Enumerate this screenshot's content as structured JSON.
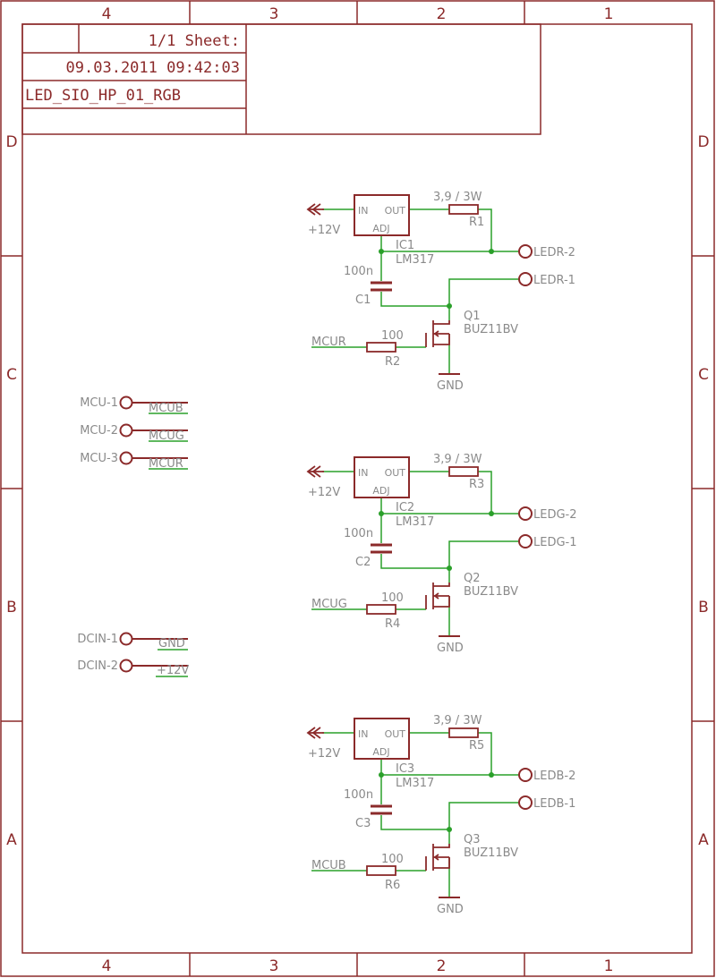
{
  "frame": {
    "columns": [
      "4",
      "3",
      "2",
      "1"
    ],
    "rows": [
      "D",
      "C",
      "B",
      "A"
    ]
  },
  "title_block": {
    "sheet": "1/1 Sheet:",
    "datetime": "09.03.2011 09:42:03",
    "name": "LED_SIO_HP_01_RGB"
  },
  "connectors": {
    "mcu_1": {
      "pin": "MCU-1",
      "net": "MCUB"
    },
    "mcu_2": {
      "pin": "MCU-2",
      "net": "MCUG"
    },
    "mcu_3": {
      "pin": "MCU-3",
      "net": "MCUR"
    },
    "dcin_1": {
      "pin": "DCIN-1",
      "net": "GND"
    },
    "dcin_2": {
      "pin": "DCIN-2",
      "net": "+12V"
    }
  },
  "channels": [
    {
      "supply": "+12V",
      "reg": {
        "name": "IC1",
        "value": "LM317",
        "in": "IN",
        "out": "OUT",
        "adj": "ADJ"
      },
      "rsense": {
        "name": "R1",
        "value": "3,9 / 3W"
      },
      "cap": {
        "name": "C1",
        "value": "100n"
      },
      "led_plus": "LEDR-2",
      "led_minus": "LEDR-1",
      "fet": {
        "name": "Q1",
        "value": "BUZ11BV"
      },
      "gate_net": "MCUR",
      "rgate": {
        "name": "R2",
        "value": "100"
      },
      "gnd": "GND"
    },
    {
      "supply": "+12V",
      "reg": {
        "name": "IC2",
        "value": "LM317",
        "in": "IN",
        "out": "OUT",
        "adj": "ADJ"
      },
      "rsense": {
        "name": "R3",
        "value": "3,9 / 3W"
      },
      "cap": {
        "name": "C2",
        "value": "100n"
      },
      "led_plus": "LEDG-2",
      "led_minus": "LEDG-1",
      "fet": {
        "name": "Q2",
        "value": "BUZ11BV"
      },
      "gate_net": "MCUG",
      "rgate": {
        "name": "R4",
        "value": "100"
      },
      "gnd": "GND"
    },
    {
      "supply": "+12V",
      "reg": {
        "name": "IC3",
        "value": "LM317",
        "in": "IN",
        "out": "OUT",
        "adj": "ADJ"
      },
      "rsense": {
        "name": "R5",
        "value": "3,9 / 3W"
      },
      "cap": {
        "name": "C3",
        "value": "100n"
      },
      "led_plus": "LEDB-2",
      "led_minus": "LEDB-1",
      "fet": {
        "name": "Q3",
        "value": "BUZ11BV"
      },
      "gate_net": "MCUB",
      "rgate": {
        "name": "R6",
        "value": "100"
      },
      "gnd": "GND"
    }
  ],
  "colors": {
    "frame": "#8b2a2a",
    "wire": "#2aa02a",
    "junction": "#2aa02a",
    "label": "#8a8a8a"
  }
}
